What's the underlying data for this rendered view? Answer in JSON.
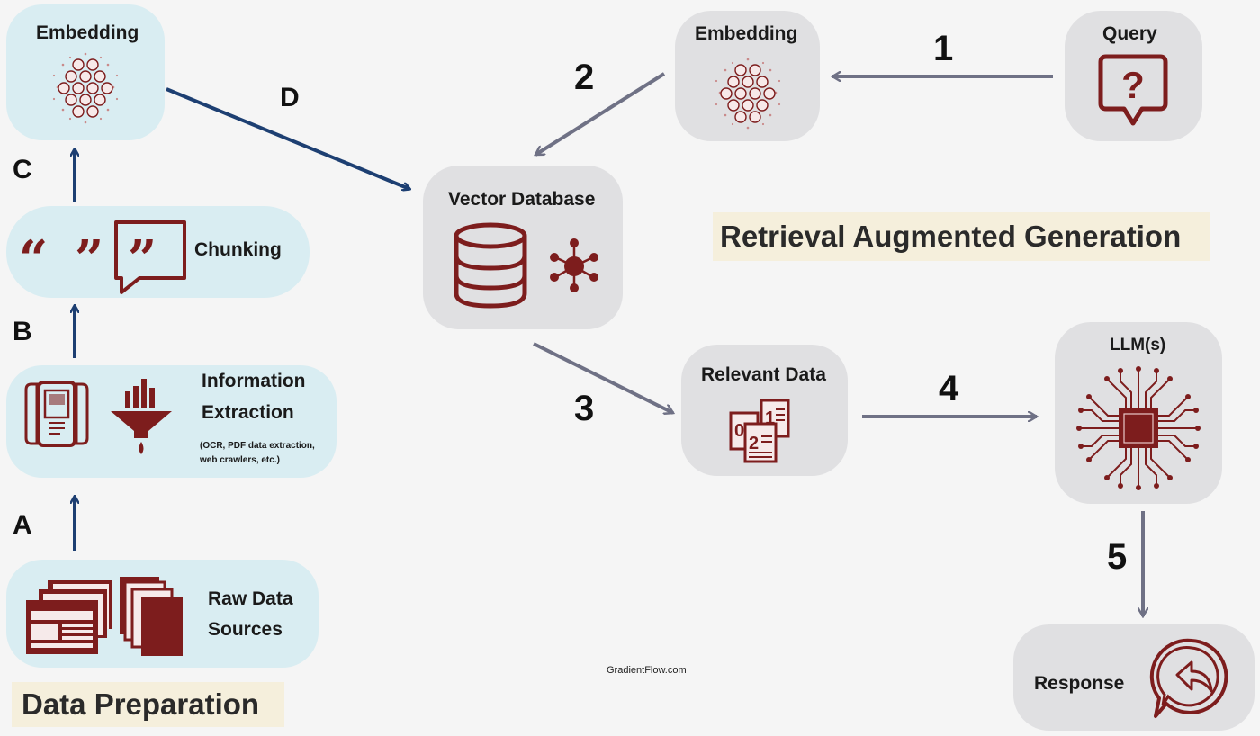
{
  "colors": {
    "accent": "#7d1d1d",
    "prep_arrow": "#1d3f72",
    "rag_arrow": "#6f7185",
    "prep_box": "#d9edf2",
    "rag_box": "#e0e0e2"
  },
  "data_preparation": {
    "heading": "Data Preparation",
    "nodes": {
      "embedding": {
        "title": "Embedding",
        "icon": "neural-network-icon"
      },
      "chunking": {
        "title": "Chunking",
        "icon": "quotes-chat-icon"
      },
      "information_extraction": {
        "title_line1": "Information",
        "title_line2": "Extraction",
        "note_line1": "(OCR, PDF data extraction,",
        "note_line2": "web crawlers, etc.)",
        "icon": "tablet-funnel-icon"
      },
      "raw_data_sources": {
        "title_line1": "Raw Data",
        "title_line2": "Sources",
        "icon": "documents-stack-icon"
      }
    },
    "steps": {
      "a": "A",
      "b": "B",
      "c": "C",
      "d": "D"
    }
  },
  "rag": {
    "heading": "Retrieval Augmented Generation",
    "nodes": {
      "query": {
        "title": "Query",
        "icon": "question-bubble-icon"
      },
      "embedding": {
        "title": "Embedding",
        "icon": "neural-network-icon"
      },
      "vector_database": {
        "title": "Vector Database",
        "icon": "database-icon"
      },
      "relevant_data": {
        "title": "Relevant Data",
        "icon": "ranked-documents-icon"
      },
      "llm": {
        "title": "LLM(s)",
        "icon": "chip-icon"
      },
      "response": {
        "title": "Response",
        "icon": "reply-bubble-icon"
      }
    },
    "steps": {
      "s1": "1",
      "s2": "2",
      "s3": "3",
      "s4": "4",
      "s5": "5"
    }
  },
  "credit": "GradientFlow.com"
}
